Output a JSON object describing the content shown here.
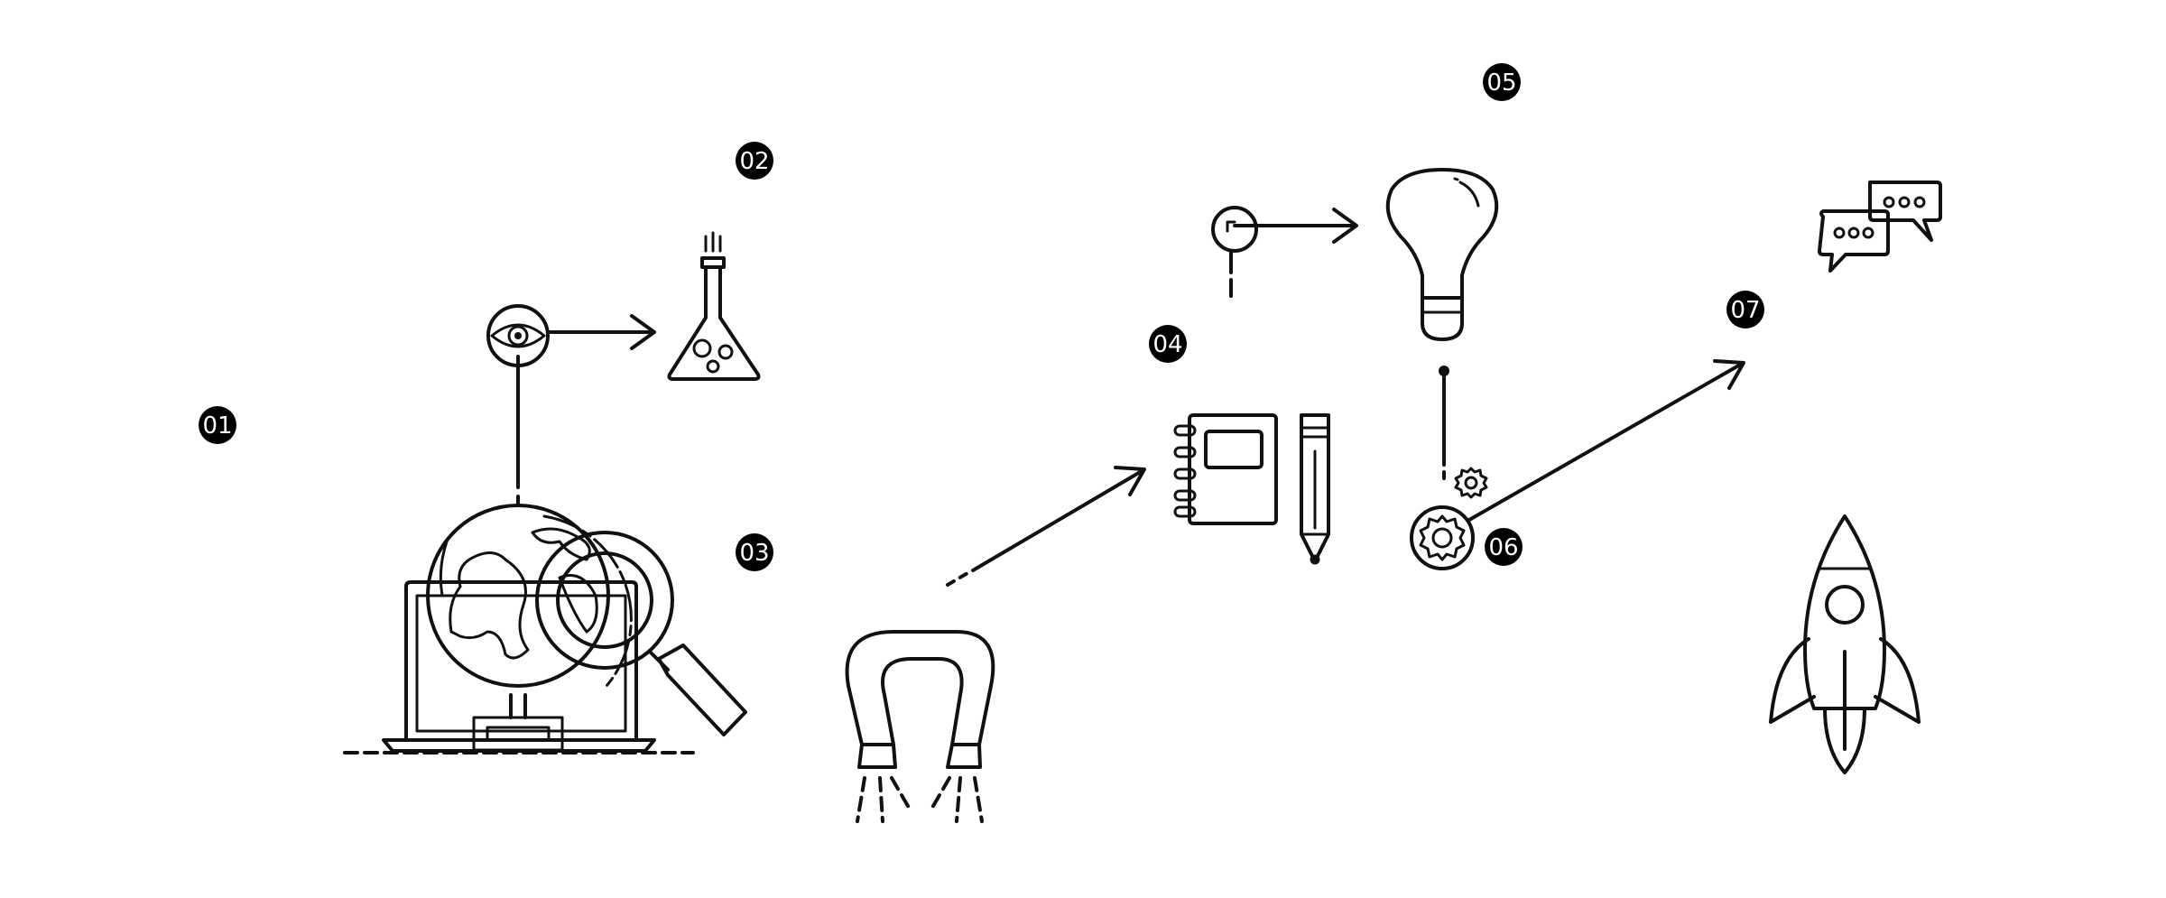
{
  "colors": {
    "stroke": "#111111",
    "badge": "#000000",
    "badge_text": "#ffffff",
    "background": "#ffffff"
  },
  "steps": [
    {
      "id": "01",
      "label": "01",
      "icon": "globe-laptop-magnifier-icon"
    },
    {
      "id": "02",
      "label": "02",
      "icon": "flask-icon"
    },
    {
      "id": "03",
      "label": "03",
      "icon": "magnet-icon"
    },
    {
      "id": "04",
      "label": "04",
      "icon": "notebook-pencil-icon"
    },
    {
      "id": "05",
      "label": "05",
      "icon": "lightbulb-icon"
    },
    {
      "id": "06",
      "label": "06",
      "icon": "gears-icon"
    },
    {
      "id": "07",
      "label": "07",
      "icon": "rocket-chat-icon"
    }
  ]
}
